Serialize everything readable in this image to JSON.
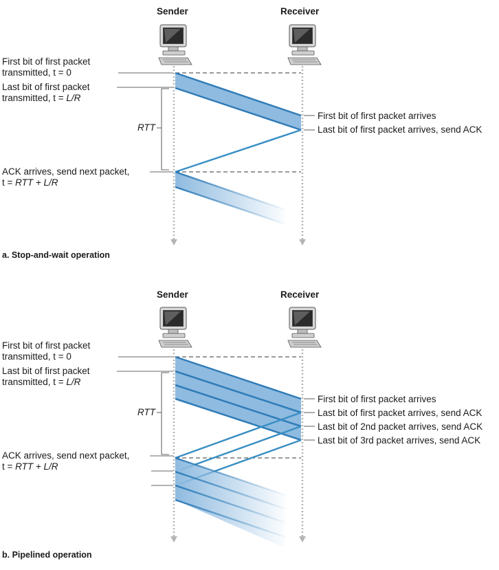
{
  "colors": {
    "packet_fill": "#8fbbe0",
    "packet_edge": "#2f7cb8",
    "ack_line": "#3a8fc4",
    "timeline": "#b5b5b5",
    "text": "#1a1a1a"
  },
  "diagram_a": {
    "sender": "Sender",
    "receiver": "Receiver",
    "first_bit_sent": {
      "line1": "First bit of first packet",
      "line2_prefix": "transmitted, t = ",
      "line2_value": "0"
    },
    "last_bit_sent": {
      "line1": "Last bit of first packet",
      "line2_prefix": "transmitted, t = ",
      "line2_value": "L/R"
    },
    "rtt": "RTT",
    "first_bit_arrives": "First bit of first packet arrives",
    "last_bit_arrives": "Last bit of first packet arrives, send ACK",
    "ack_arrives": {
      "line1": "ACK arrives, send next packet,",
      "line2_prefix": "t = ",
      "line2_value": "RTT + L/R"
    },
    "caption": "a. Stop-and-wait operation"
  },
  "diagram_b": {
    "sender": "Sender",
    "receiver": "Receiver",
    "first_bit_sent": {
      "line1": "First bit of first packet",
      "line2_prefix": "transmitted, t = ",
      "line2_value": "0"
    },
    "last_bit_sent": {
      "line1": "Last bit of first packet",
      "line2_prefix": "transmitted, t = ",
      "line2_value": "L/R"
    },
    "rtt": "RTT",
    "arrivals": [
      "First bit of first packet arrives",
      "Last bit of first packet arrives, send ACK",
      "Last bit of 2nd packet arrives, send ACK",
      "Last bit of 3rd packet arrives, send ACK"
    ],
    "ack_arrives": {
      "line1": "ACK arrives, send next packet,",
      "line2_prefix": "t = ",
      "line2_value": "RTT + L/R"
    },
    "caption": "b. Pipelined operation"
  }
}
